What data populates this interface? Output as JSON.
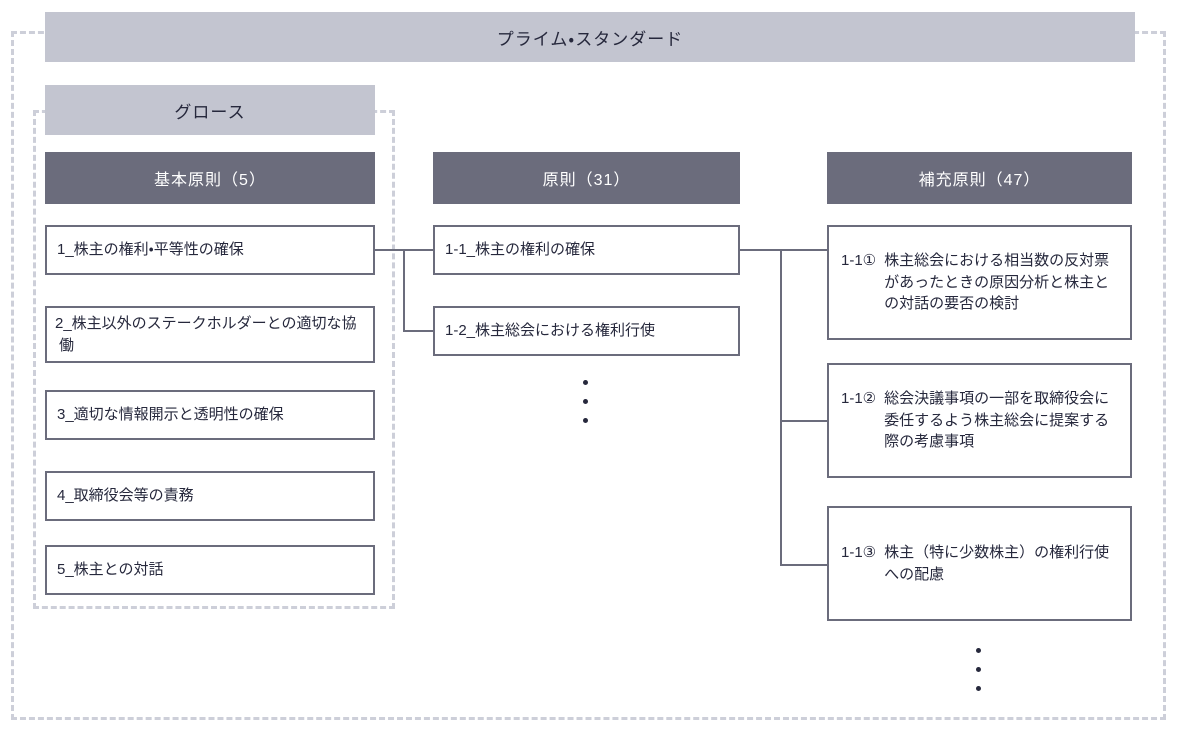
{
  "frames": {
    "prime_label": "プライム・スタンダード",
    "growth_label": "グロース",
    "dash_color": "#cdcfd9"
  },
  "colors": {
    "segment_bar": "#c3c5d0",
    "column_header": "#6b6c7c",
    "box_border": "#6b6c7c",
    "text_dark": "#26283c",
    "text_light": "#ffffff"
  },
  "columns": [
    {
      "header": "基本原則（5）",
      "items": [
        {
          "text": "1_株主の権利・平等性の確保"
        },
        {
          "text": "2_株主以外のステークホルダーとの適切な協働"
        },
        {
          "text": "3_適切な情報開示と透明性の確保"
        },
        {
          "text": "4_取締役会等の責務"
        },
        {
          "text": "5_株主との対話"
        }
      ]
    },
    {
      "header": "原則（31）",
      "items": [
        {
          "text": "1-1_株主の権利の確保"
        },
        {
          "text": "1-2_株主総会における権利行使"
        }
      ],
      "ellipsis": true
    },
    {
      "header": "補充原則（47）",
      "items": [
        {
          "num": "1-1①",
          "body": "株主総会における相当数の反対票があったときの原因分析と株主との対話の要否の検討"
        },
        {
          "num": "1-1②",
          "body": "総会決議事項の一部を取締役会に委任するよう株主総会に提案する際の考慮事項"
        },
        {
          "num": "1-1③",
          "body": "株主（特に少数株主）の権利行使への配慮"
        }
      ],
      "ellipsis": true
    }
  ]
}
